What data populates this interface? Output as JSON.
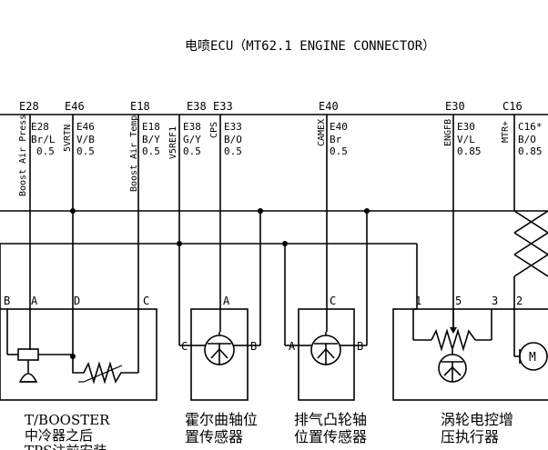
{
  "title": "电喷ECU（MT62.1 ENGINE CONNECTOR）",
  "connector_pins": [
    {
      "id": "E28",
      "signal": "Boost Air Press",
      "color": "Br/L",
      "gauge": "0.5"
    },
    {
      "id": "E46",
      "signal": "5VRTN",
      "color": "V/B",
      "gauge": "0.5"
    },
    {
      "id": "E18",
      "signal": "Boost Air Temp",
      "color": "B/Y",
      "gauge": "0.5"
    },
    {
      "id": "E38",
      "signal": "V5REF1",
      "color": "G/Y",
      "gauge": "0.5"
    },
    {
      "id": "E33",
      "signal": "CPS",
      "color": "B/O",
      "gauge": "0.5"
    },
    {
      "id": "E40",
      "signal": "CAMEX",
      "color": "Br",
      "gauge": "0.5"
    },
    {
      "id": "E30",
      "signal": "ENGFB",
      "color": "V/L",
      "gauge": "0.85"
    },
    {
      "id": "C16",
      "signal": "MTR+",
      "color": "B/O",
      "gauge": "0.85",
      "pin_label": "C16*"
    }
  ],
  "components": {
    "tmap": {
      "name_lines": [
        "T/BOOSTER",
        "中冷器之后",
        "TPS注前安装"
      ],
      "pins": [
        "B",
        "A",
        "D",
        "C"
      ]
    },
    "crank": {
      "name_lines": [
        "霍尔曲轴位",
        "置传感器"
      ],
      "pins": [
        "A",
        "C",
        "B"
      ]
    },
    "cam": {
      "name_lines": [
        "排气凸轮轴",
        "位置传感器"
      ],
      "pins": [
        "C",
        "A",
        "B"
      ]
    },
    "turbo": {
      "name_lines": [
        "涡轮电控增",
        "压执行器"
      ],
      "pins": [
        "1",
        "5",
        "3",
        "2"
      ],
      "motor_symbol": "M"
    }
  }
}
